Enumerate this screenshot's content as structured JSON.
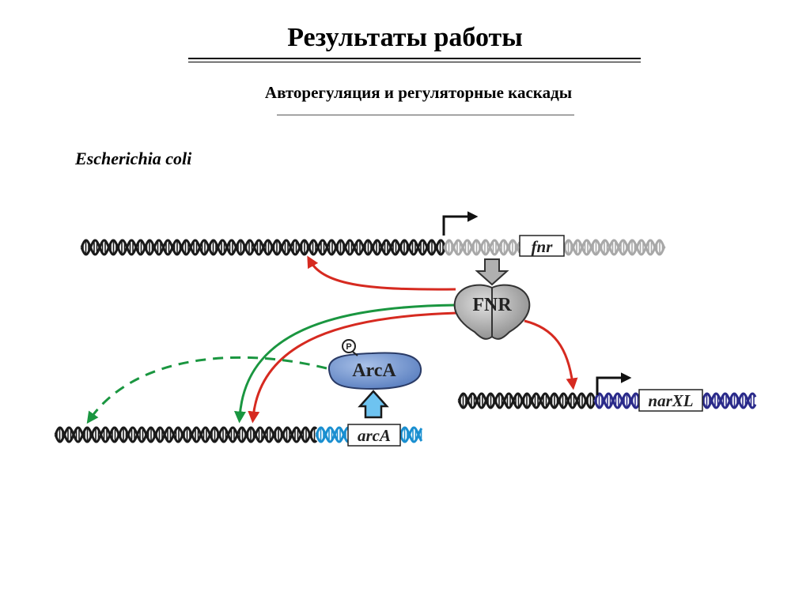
{
  "header": {
    "title": "Результаты работы",
    "subtitle": "Авторегуляция и регуляторные каскады"
  },
  "organism": "Escherichia coli",
  "diagram": {
    "genes": {
      "fnr": "fnr",
      "arcA": "arcA",
      "narXL": "narXL"
    },
    "proteins": {
      "fnr": "FNR",
      "arcA": "ArcA",
      "phospho": "P"
    },
    "colors": {
      "dna_black": "#1a1a1a",
      "dna_fnr": "#a8a8a8",
      "dna_arcA": "#1a8fd0",
      "dna_narXL": "#2a2a8a",
      "fnr_protein": "#b5b5b5",
      "arcA_protein": "#7f9fd0",
      "up_arrow": "#6ec3f0",
      "repression_red": "#d62a20",
      "activation_green": "#1a9640"
    }
  }
}
